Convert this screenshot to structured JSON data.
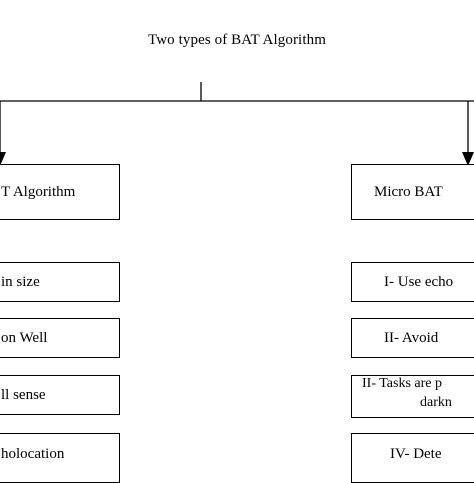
{
  "diagram": {
    "title": "Two types of BAT Algorithm",
    "left_branch": {
      "header": "T Algorithm",
      "items": [
        "in size",
        "on Well",
        "ll sense",
        "holocation"
      ]
    },
    "right_branch": {
      "header": "Micro BAT",
      "items": [
        "I- Use echo",
        "II- Avoid",
        "II- Tasks are p",
        "IV- Dete"
      ],
      "item3_line2": "darkn"
    }
  }
}
